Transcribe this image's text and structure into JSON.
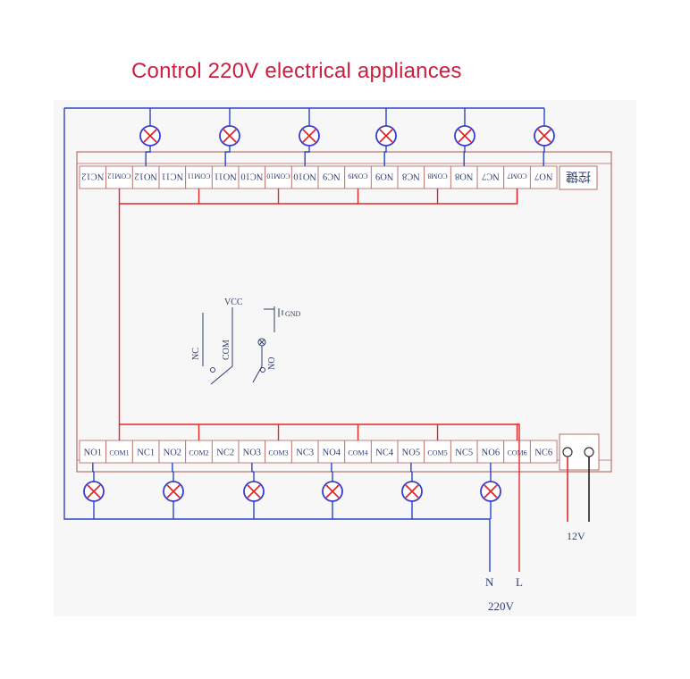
{
  "title": "Control 220V electrical appliances",
  "top_terminals": [
    "NC12",
    "COM12",
    "NO12",
    "NC11",
    "COM11",
    "NO11",
    "NC10",
    "COM10",
    "NO10",
    "NC9",
    "COM9",
    "NO9",
    "NC8",
    "COM8",
    "NO8",
    "NC7",
    "COM7",
    "NO7"
  ],
  "bottom_terminals": [
    "NO1",
    "COM1",
    "NC1",
    "NO2",
    "COM2",
    "NC2",
    "NO3",
    "COM3",
    "NC3",
    "NO4",
    "COM4",
    "NC4",
    "NO5",
    "COM5",
    "NC5",
    "NO6",
    "COM6",
    "NC6"
  ],
  "module_label": "控键",
  "switch_labels": {
    "vcc": "VCC",
    "gnd": "GND",
    "nc": "NC",
    "com": "COM",
    "no": "NO"
  },
  "power_labels": {
    "n": "N",
    "l": "L",
    "mains": "220V",
    "dc": "12V"
  },
  "colors": {
    "title": "#cc1f3f",
    "blue_wire": "#2a46c8",
    "red_wire": "#e0282a",
    "board": "#b9706a",
    "lamp": "#3b3bcc"
  }
}
